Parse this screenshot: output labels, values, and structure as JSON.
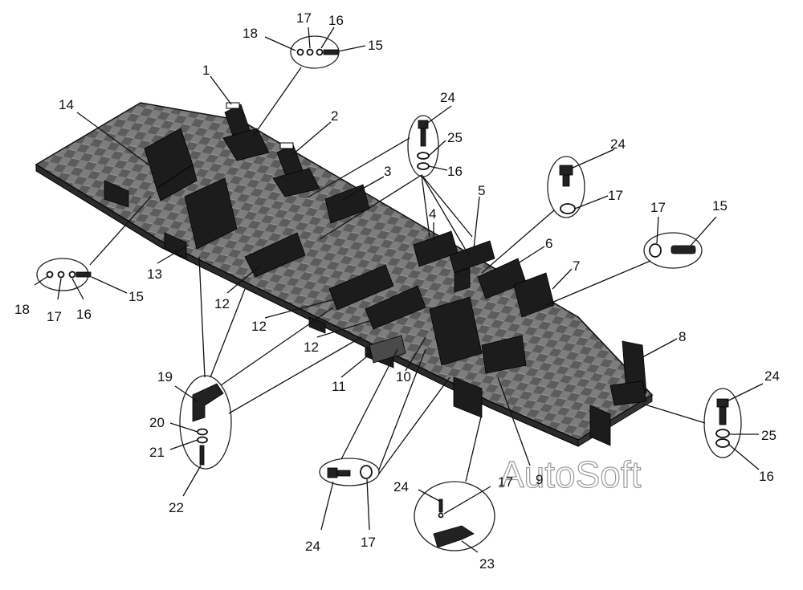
{
  "diagram": {
    "callouts": {
      "c1": "1",
      "c2": "2",
      "c3": "3",
      "c4": "4",
      "c5": "5",
      "c6": "6",
      "c7": "7",
      "c8": "8",
      "c9": "9",
      "c10": "10",
      "c11": "11",
      "c12a": "12",
      "c12b": "12",
      "c12c": "12",
      "c13": "13",
      "c14": "14",
      "c15a": "15",
      "c15b": "15",
      "c15c": "15",
      "c16a": "16",
      "c16b": "16",
      "c16c": "16",
      "c16d": "16",
      "c17a": "17",
      "c17b": "17",
      "c17c": "17",
      "c17d": "17",
      "c17e": "17",
      "c17f": "17",
      "c18a": "18",
      "c18b": "18",
      "c19": "19",
      "c20": "20",
      "c21": "21",
      "c22": "22",
      "c23": "23",
      "c24a": "24",
      "c24b": "24",
      "c24c": "24",
      "c24d": "24",
      "c24e": "24",
      "c25a": "25",
      "c25b": "25"
    },
    "watermark": "AutoSoft"
  }
}
